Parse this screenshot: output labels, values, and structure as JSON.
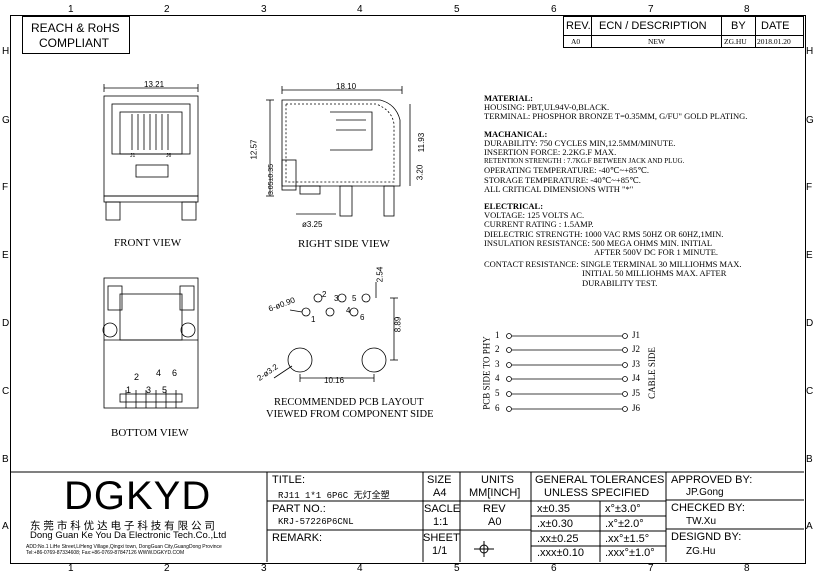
{
  "zones": {
    "columns": [
      "1",
      "2",
      "3",
      "4",
      "5",
      "6",
      "7",
      "8"
    ],
    "rows_left": [
      "H",
      "G",
      "F",
      "E",
      "D",
      "C",
      "B",
      "A"
    ],
    "rows_right": [
      "H",
      "G",
      "F",
      "E",
      "D",
      "C",
      "B",
      "A"
    ]
  },
  "compliance": {
    "line1": "REACH & RoHS",
    "line2": "COMPLIANT"
  },
  "revision_table": {
    "headers": [
      "REV.",
      "ECN / DESCRIPTION",
      "BY",
      "DATE"
    ],
    "row": [
      "A0",
      "NEW",
      "ZG.HU",
      "2018.01.20"
    ]
  },
  "views": {
    "front": "FRONT VIEW",
    "right": "RIGHT SIDE VIEW",
    "bottom": "BOTTOM VIEW",
    "pcb_line1": "RECOMMENDED PCB LAYOUT",
    "pcb_line2": "VIEWED FROM COMPONENT SIDE"
  },
  "dimensions": {
    "front_width": "13.21",
    "front_j1": "J1",
    "front_j6": "J6",
    "side_width": "18.10",
    "side_height": "12.57",
    "side_h2": "11.93",
    "side_h3": "3.05±0.35",
    "side_h4": "3.20",
    "side_dia": "ø3.25",
    "pcb_holes": "6-ø0.90",
    "pcb_big": "2-ø3.2",
    "pcb_pitch": "2.54",
    "pcb_height": "8.89",
    "pcb_span": "10.16",
    "pcb_n1": "1",
    "pcb_n2": "2",
    "pcb_n3": "3",
    "pcb_n4": "4",
    "pcb_n5": "5",
    "pcb_n6": "6",
    "bot_n1": "1",
    "bot_n2": "2",
    "bot_n3": "3",
    "bot_n4": "4",
    "bot_n5": "5",
    "bot_n6": "6"
  },
  "specs": {
    "material_title": "MATERIAL:",
    "material": [
      "HOUSING: PBT,UL94V-0,BLACK.",
      "TERMINAL: PHOSPHOR BRONZE T=0.35MM, G/FU\" GOLD PLATING."
    ],
    "mech_title": "MACHANICAL:",
    "mech": [
      "DURABILITY: 750 CYCLES MIN,12.5MM/MINUTE.",
      "INSERTION FORCE: 2.2KG.F MAX.",
      "RETENTION STRENGTH : 7.7KG.F BETWEEN JACK AND PLUG.",
      "OPERATING TEMPERATURE: -40℃~+85℃.",
      "STORAGE TEMPERATURE: -40℃~+85℃.",
      "ALL CRITICAL DIMENSIONS WITH \"*\""
    ],
    "elec_title": "ELECTRICAL:",
    "elec": [
      "VOLTAGE: 125 VOLTS AC.",
      "CURRENT RATING : 1.5AMP.",
      "DIELECTRIC STRENGTH: 1000 VAC RMS 50HZ OR 60HZ,1MIN.",
      "INSULATION RESISTANCE: 500 MEGA OHMS MIN. INITIAL",
      "AFTER 500V DC FOR 1 MINUTE.",
      "CONTACT RESISTANCE: SINGLE TERMINAL 30 MILLIOHMS MAX.",
      "INITIAL 50 MILLIOHMS MAX. AFTER",
      "DURABILITY TEST."
    ]
  },
  "schematic": {
    "left_label": "PCB SIDE TO PHY",
    "right_label": "CABLE SIDE",
    "pins_left": [
      "1",
      "2",
      "3",
      "4",
      "5",
      "6"
    ],
    "pins_right": [
      "J1",
      "J2",
      "J3",
      "J4",
      "J5",
      "J6"
    ]
  },
  "title_block": {
    "logo": "DGKYD",
    "company_cn": "东 莞 市 科 优 达 电 子 科 技 有 限 公 司",
    "company_en": "Dong Guan Ke You Da Electronic Tech.Co.,Ltd",
    "address": "ADD:No.1 LiHe Street,LiHeng Village,Qingxi town, DongGuan City,GuangDong Province",
    "tel": "Tel:+86-0769-87334608; Fax:+86-0769-87847126  WWW.DGKYD.COM",
    "title_label": "TITLE:",
    "title_value": "RJ11 1*1 6P6C 无灯全塑",
    "size_label": "SIZE",
    "size_value": "A4",
    "units_label": "UNITS",
    "units_value": "MM[INCH]",
    "part_label": "PART NO.:",
    "part_value": "KRJ-57226P6CNL",
    "scale_label": "SACLE",
    "scale_value": "1:1",
    "rev_label": "REV",
    "rev_value": "A0",
    "remark_label": "REMARK:",
    "sheet_label": "SHEET",
    "sheet_value": "1/1",
    "tol_title1": "GENERAL TOLERANCES",
    "tol_title2": "UNLESS SPECIFIED",
    "tol": [
      [
        "x±0.35",
        "x°±3.0°"
      ],
      [
        ".x±0.30",
        ".x°±2.0°"
      ],
      [
        ".xx±0.25",
        ".xx°±1.5°"
      ],
      [
        ".xxx±0.10",
        ".xxx°±1.0°"
      ]
    ],
    "approved_label": "APPROVED BY:",
    "approved_value": "JP.Gong",
    "checked_label": "CHECKED BY:",
    "checked_value": "TW.Xu",
    "design_label": "DESIGND BY:",
    "design_value": "ZG.Hu"
  }
}
